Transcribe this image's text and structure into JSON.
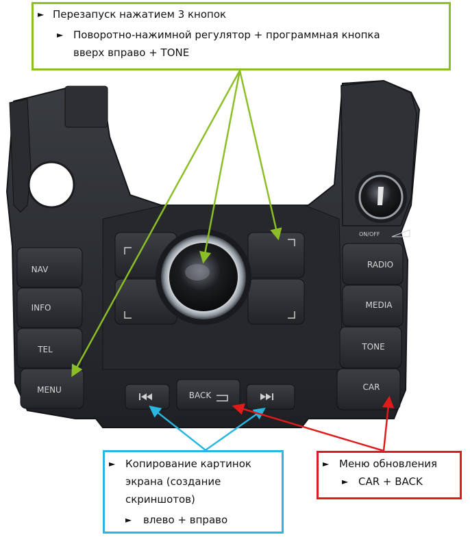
{
  "callouts": {
    "top": {
      "line1": "Перезапуск нажатием 3 кнопок",
      "line2": "Поворотно-нажимной регулятор + программная кнопка",
      "line3": "вверх вправо + TONE",
      "color": "#8cbf26"
    },
    "left": {
      "line1": "Копирование картинок",
      "line2": "экрана (создание",
      "line3": "скриншотов)",
      "line4": "влево + вправо",
      "color": "#29b6e3"
    },
    "right": {
      "line1": "Меню обновления",
      "line2": "CAR + BACK",
      "color": "#e01b1b"
    }
  },
  "buttons": {
    "nav": "NAV",
    "info": "INFO",
    "tel": "TEL",
    "menu": "MENU",
    "radio": "RADIO",
    "media": "MEDIA",
    "tone": "TONE",
    "car": "CAR",
    "back": "BACK",
    "on_off": "ON/OFF"
  },
  "bullet_glyph": "►"
}
